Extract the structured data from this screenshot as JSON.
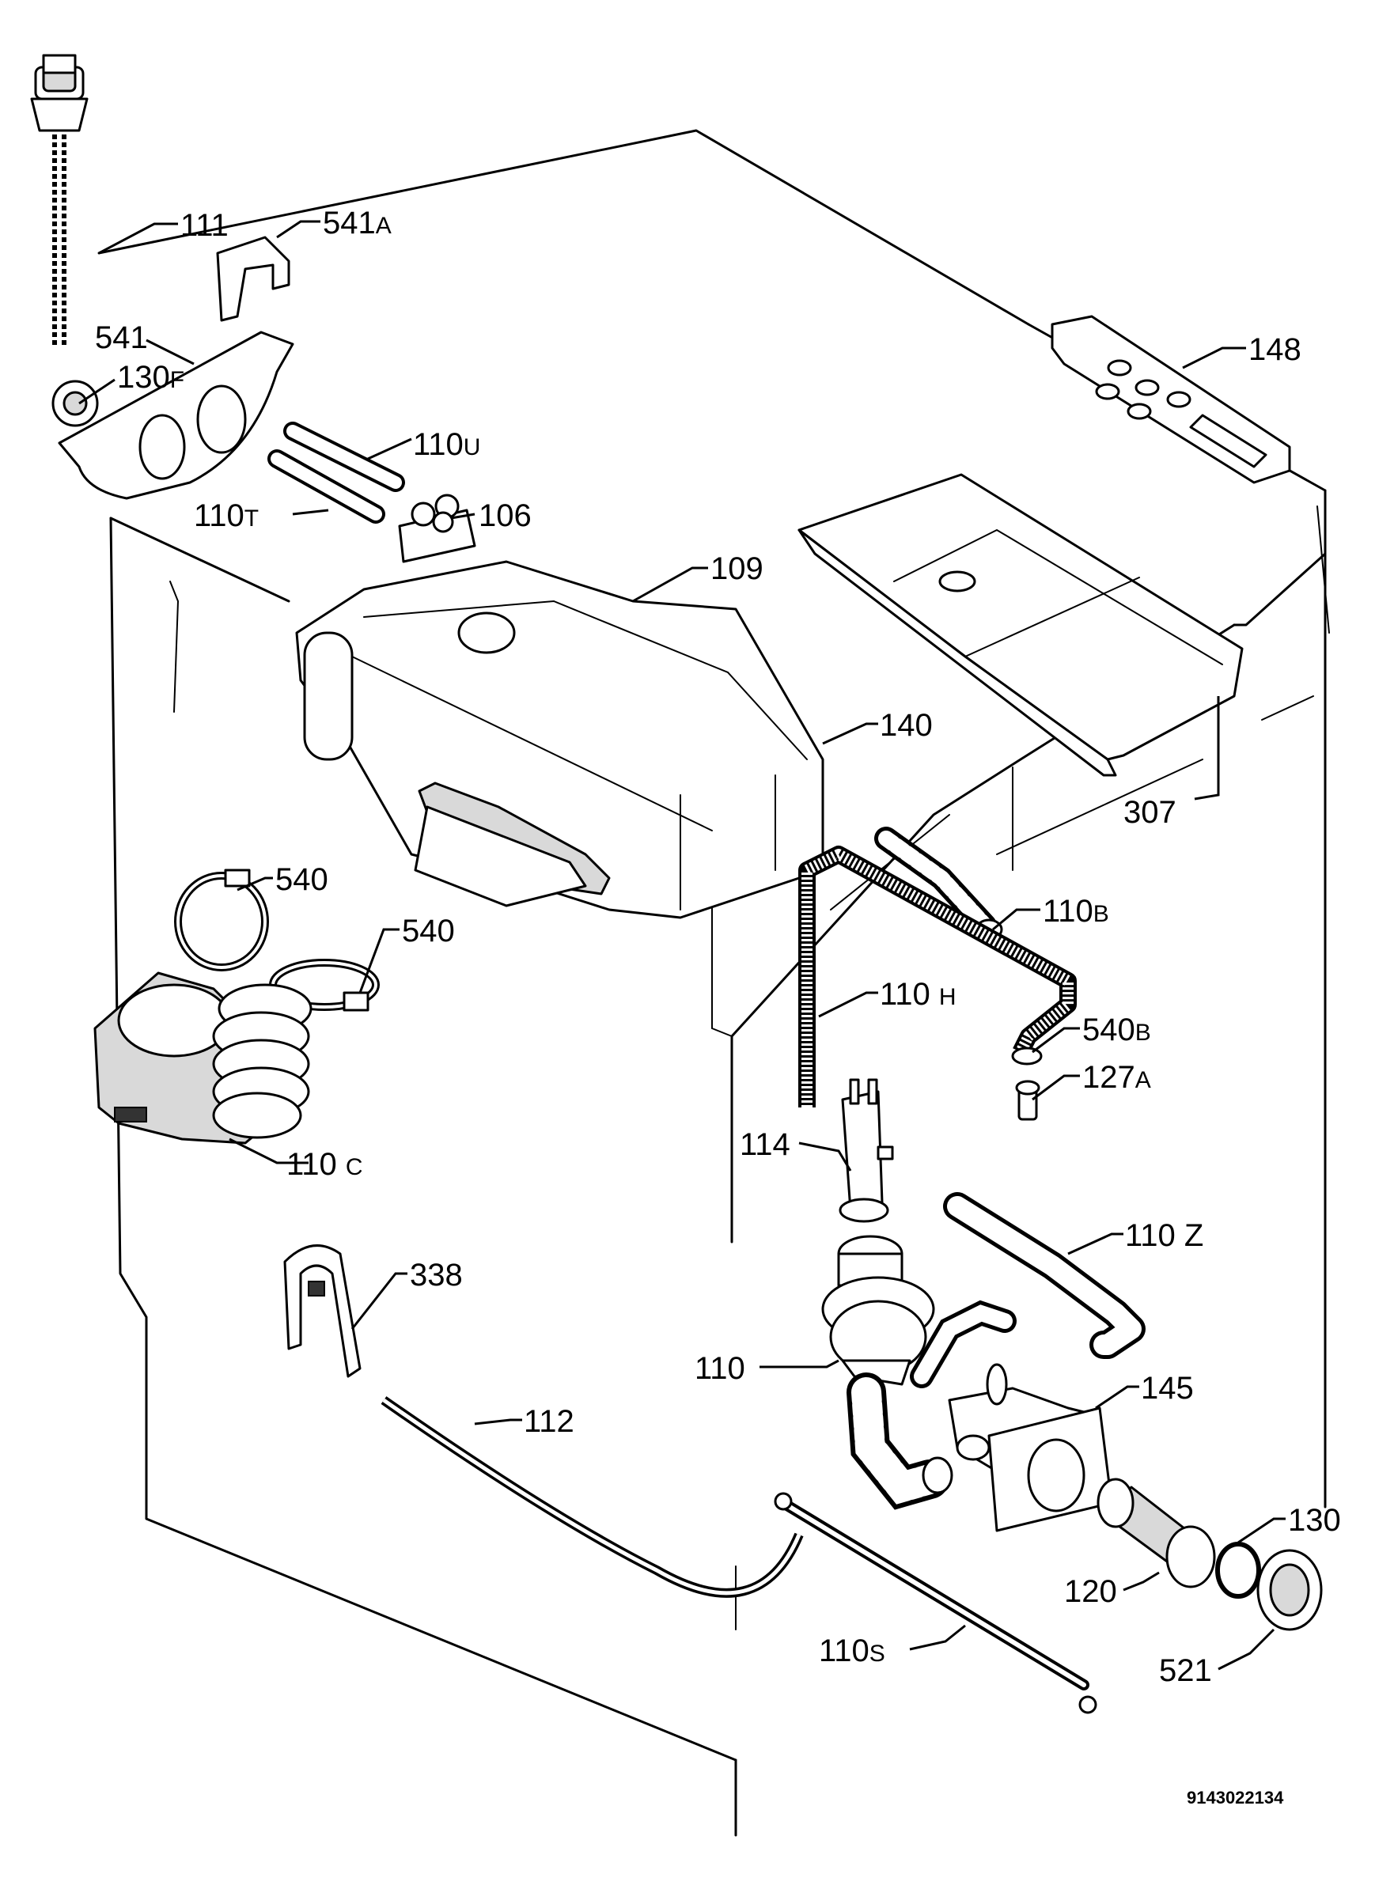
{
  "parts": [
    {
      "id": "p111",
      "num": "111",
      "suffix": ""
    },
    {
      "id": "p541A",
      "num": "541",
      "suffix": "A"
    },
    {
      "id": "p541",
      "num": "541",
      "suffix": ""
    },
    {
      "id": "p130F",
      "num": "130",
      "suffix": "F"
    },
    {
      "id": "p110U",
      "num": "110",
      "suffix": "U"
    },
    {
      "id": "p110T",
      "num": "110",
      "suffix": "T"
    },
    {
      "id": "p106",
      "num": "106",
      "suffix": ""
    },
    {
      "id": "p109",
      "num": "109",
      "suffix": ""
    },
    {
      "id": "p148",
      "num": "148",
      "suffix": ""
    },
    {
      "id": "p140",
      "num": "140",
      "suffix": ""
    },
    {
      "id": "p307",
      "num": "307",
      "suffix": ""
    },
    {
      "id": "p540a",
      "num": "540",
      "suffix": ""
    },
    {
      "id": "p540b",
      "num": "540",
      "suffix": ""
    },
    {
      "id": "p110B",
      "num": "110",
      "suffix": "B"
    },
    {
      "id": "p110H",
      "num": "110 ",
      "suffix": "H"
    },
    {
      "id": "p540B",
      "num": "540",
      "suffix": "B"
    },
    {
      "id": "p127A",
      "num": "127",
      "suffix": "A"
    },
    {
      "id": "p110C",
      "num": "110 ",
      "suffix": "C"
    },
    {
      "id": "p114",
      "num": "114",
      "suffix": ""
    },
    {
      "id": "p110Z",
      "num": "110 Z",
      "suffix": ""
    },
    {
      "id": "p338",
      "num": "338",
      "suffix": ""
    },
    {
      "id": "p110",
      "num": "110",
      "suffix": ""
    },
    {
      "id": "p145",
      "num": "145",
      "suffix": ""
    },
    {
      "id": "p112",
      "num": "112",
      "suffix": ""
    },
    {
      "id": "p130",
      "num": "130",
      "suffix": ""
    },
    {
      "id": "p120",
      "num": "120",
      "suffix": ""
    },
    {
      "id": "p110S",
      "num": "110",
      "suffix": "S"
    },
    {
      "id": "p521",
      "num": "521",
      "suffix": ""
    }
  ],
  "drawing_code": "9143022134"
}
